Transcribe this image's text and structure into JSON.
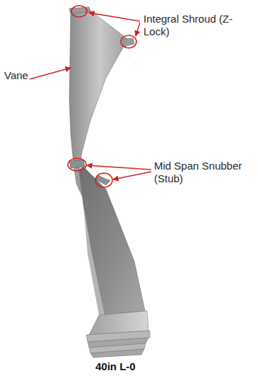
{
  "diagram": {
    "caption": "40in L-0",
    "labels": [
      "Integral Shroud (Z-Lock)",
      "Vane",
      "Mid Span Snubber (Stub)"
    ]
  }
}
